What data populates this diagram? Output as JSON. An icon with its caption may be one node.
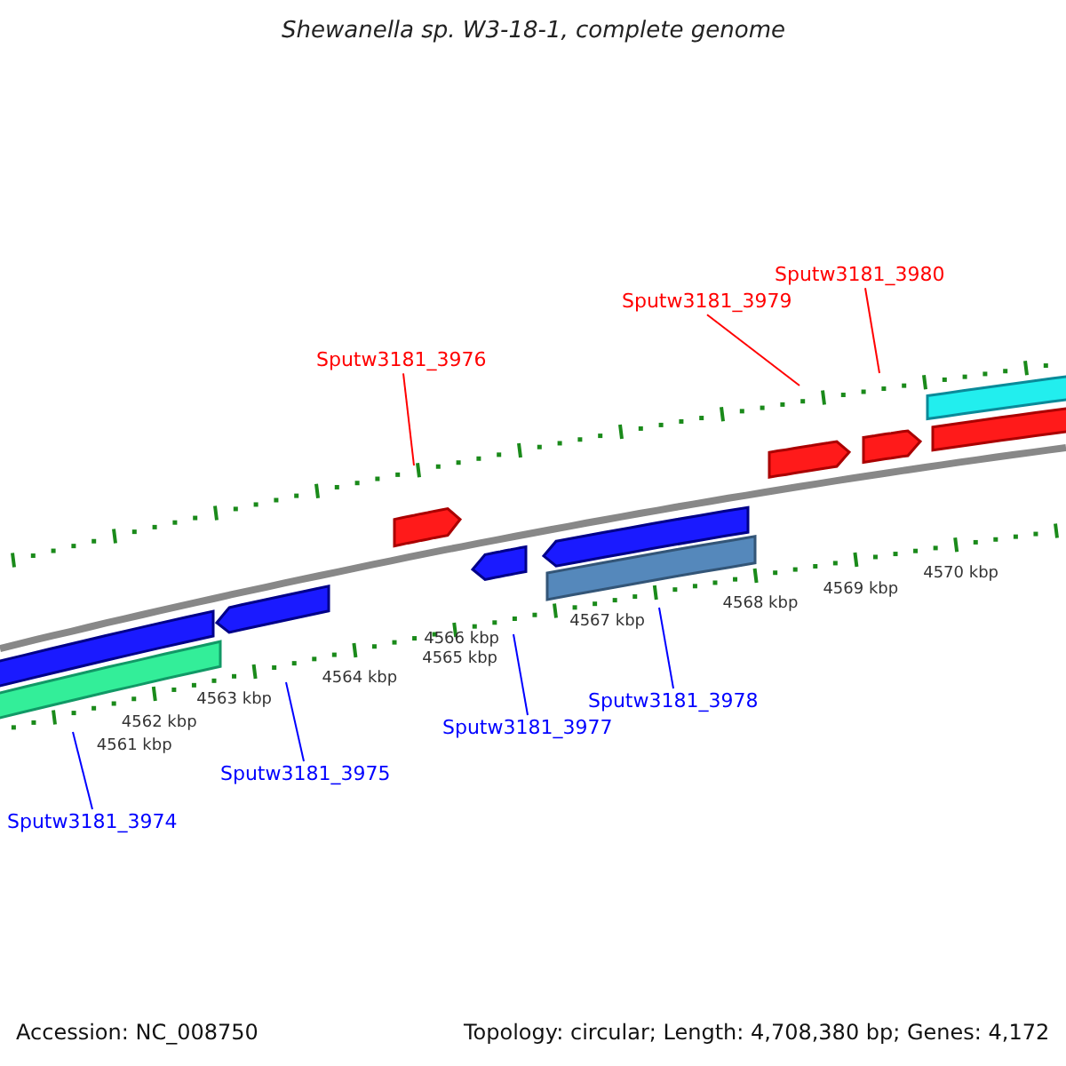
{
  "diagram": {
    "title": "Shewanella sp. W3-18-1, complete genome",
    "nodes": [
      {
        "text": [
          "Sputw3181_3980"
        ]
      },
      {
        "text": [
          "Sputw3181_3979"
        ]
      },
      {
        "text": [
          "Sputw3181_3976"
        ]
      },
      {
        "text": [
          "Sputw3181_3978"
        ]
      },
      {
        "text": [
          "Sputw3181_3977"
        ]
      },
      {
        "text": [
          "Sputw3181_3975"
        ]
      },
      {
        "text": [
          "Sputw3181_3974"
        ]
      }
    ],
    "edges": [
      {
        "from": 0,
        "to": null,
        "arrow": "none",
        "color": "#ff0000"
      },
      {
        "from": 1,
        "to": null,
        "arrow": "none",
        "color": "#ff0000"
      },
      {
        "from": 2,
        "to": null,
        "arrow": "none",
        "color": "#ff0000"
      },
      {
        "from": 3,
        "to": null,
        "arrow": "none"
      },
      {
        "from": 4,
        "to": null,
        "arrow": "none"
      },
      {
        "from": 5,
        "to": null,
        "arrow": "none"
      },
      {
        "from": 6,
        "to": null,
        "arrow": "none"
      }
    ],
    "labels": [
      "4561 kbp",
      "4562 kbp",
      "4563 kbp",
      "4564 kbp",
      "4565 kbp",
      "4566 kbp",
      "4567 kbp",
      "4568 kbp",
      "4569 kbp",
      "4570 kbp",
      "Accession: NC_008750",
      "Topology: circular; Length: 4,708,380 bp; Genes: 4,172"
    ]
  }
}
